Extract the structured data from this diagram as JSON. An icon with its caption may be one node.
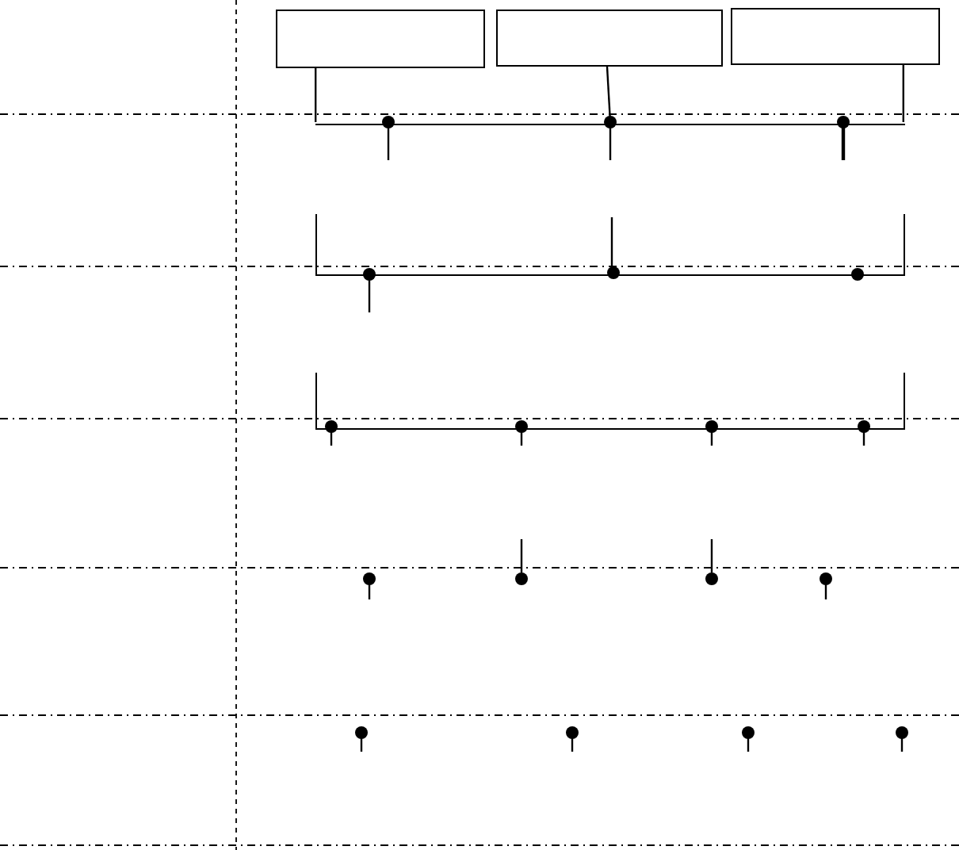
{
  "diagram": {
    "nodes": [
      {
        "text": [],
        "shape": "box"
      },
      {
        "text": [],
        "shape": "box"
      },
      {
        "text": [],
        "shape": "box"
      },
      {
        "text": [],
        "shape": "bar"
      },
      {
        "text": [],
        "shape": "bar"
      },
      {
        "text": [],
        "shape": "bar"
      }
    ],
    "edges": [
      {
        "from": 0,
        "to": 3,
        "arrow": "none"
      },
      {
        "from": 1,
        "to": 3,
        "arrow": "other"
      },
      {
        "from": 2,
        "to": 3,
        "arrow": "none"
      }
    ]
  }
}
